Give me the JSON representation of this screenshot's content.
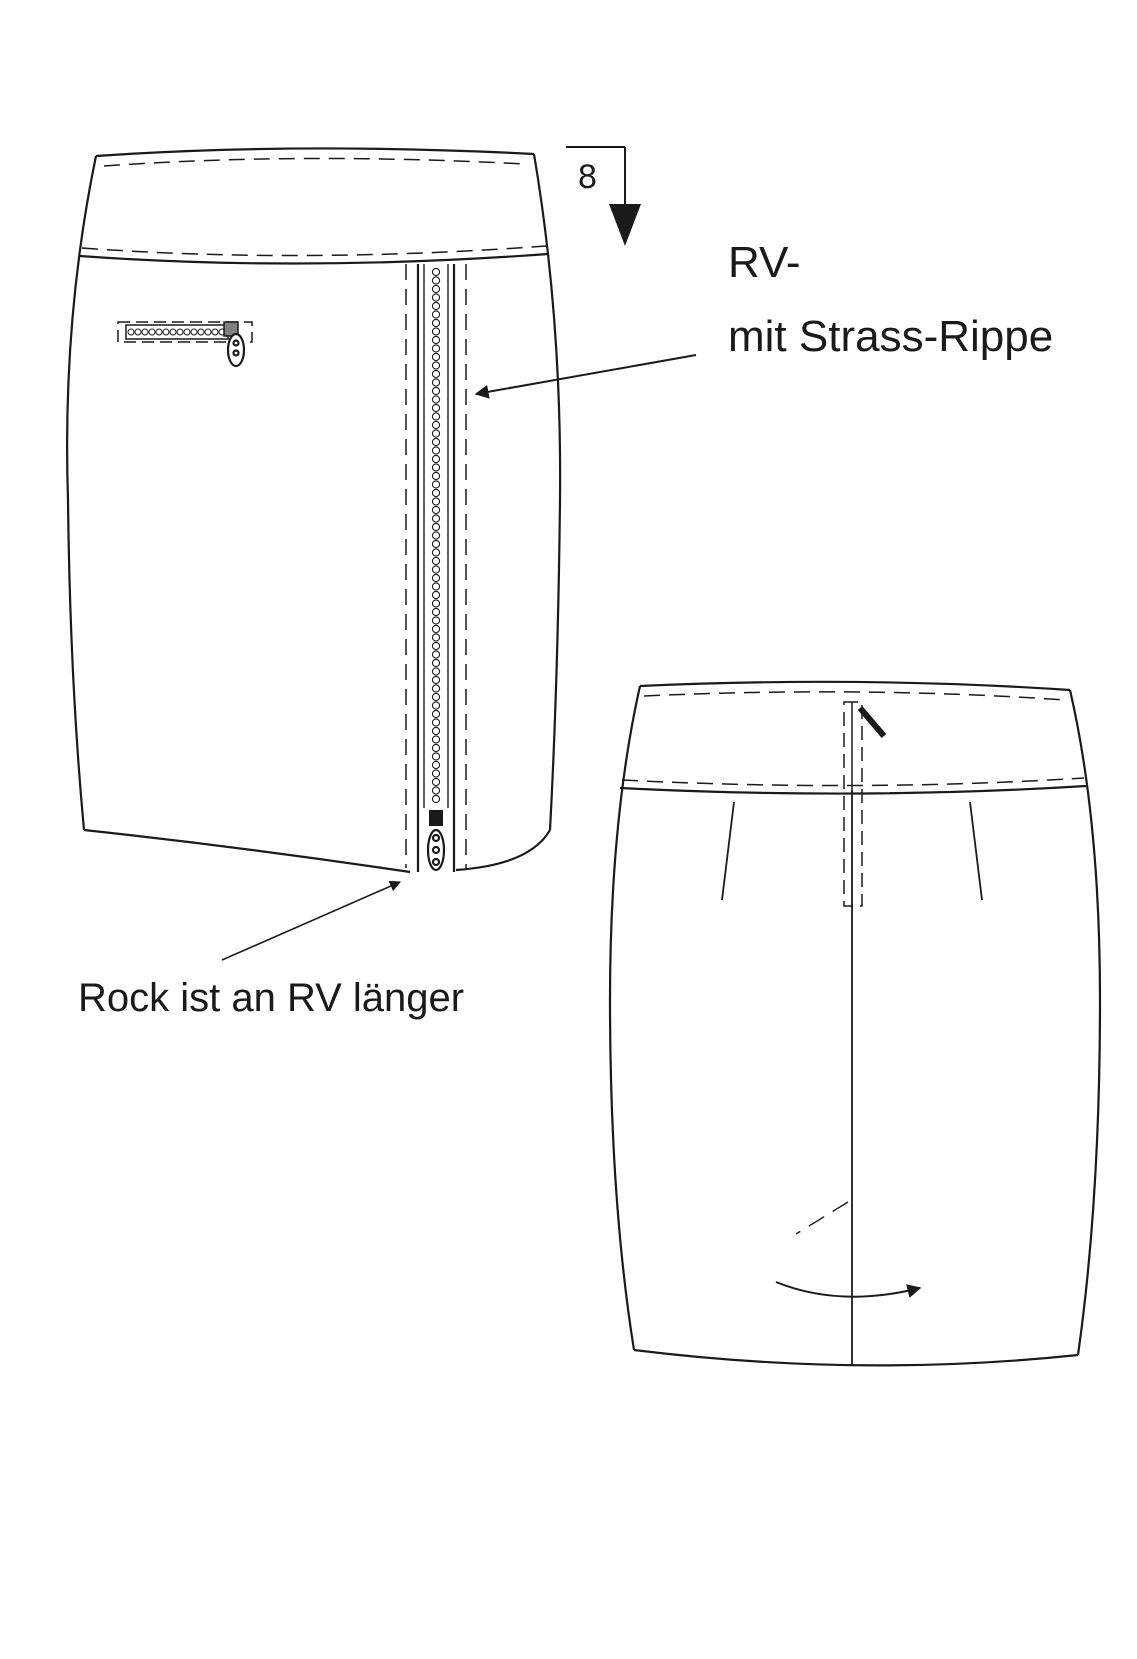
{
  "annotations": {
    "size_number": "8",
    "zipper_title": "RV-",
    "zipper_detail": "mit Strass-Rippe",
    "length_note": "Rock ist an RV länger"
  },
  "colors": {
    "line": "#1a1a1a",
    "background": "#ffffff",
    "zipper_pull": "#808080"
  },
  "views": [
    "front-view",
    "back-view"
  ]
}
